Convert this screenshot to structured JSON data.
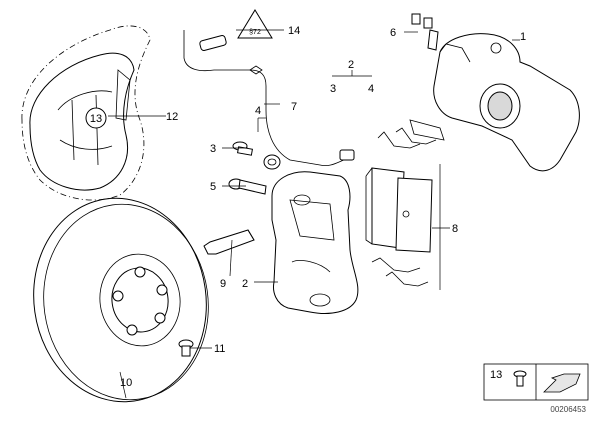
{
  "labels": {
    "p1": "1",
    "p2": "2",
    "p2b": "2",
    "p3": "3",
    "p3b": "3",
    "p4": "4",
    "p4b": "4",
    "p5": "5",
    "p6": "6",
    "p7": "7",
    "p8": "8",
    "p9": "9",
    "p10": "10",
    "p11": "11",
    "p12": "12",
    "p13": "13",
    "p13b": "13",
    "p14": "14"
  },
  "warning_symbol_text": "§72",
  "doc_id": "00206453"
}
